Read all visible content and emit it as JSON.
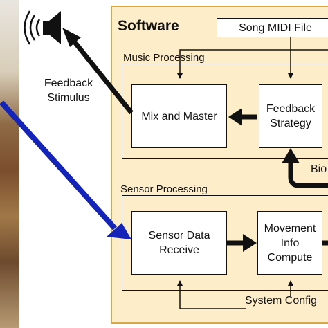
{
  "panel_title": "Software",
  "song_file": "Song MIDI File",
  "groups": {
    "music": "Music Processing",
    "sensor": "Sensor Processing"
  },
  "blocks": {
    "mix_master": "Mix and Master",
    "feedback_strategy": "Feedback Strategy",
    "sensor_receive": "Sensor Data Receive",
    "movement_compute": "Movement Info Compute"
  },
  "labels": {
    "feedback_stimulus": "Feedback Stimulus",
    "bio": "Bio",
    "system_config": "System Config"
  },
  "icons": {
    "speaker": "speaker-icon"
  },
  "colors": {
    "panel_fill": "#fdedc8",
    "panel_border": "#d9a843",
    "sensor_arrow": "#1524b8",
    "ink": "#111111"
  }
}
